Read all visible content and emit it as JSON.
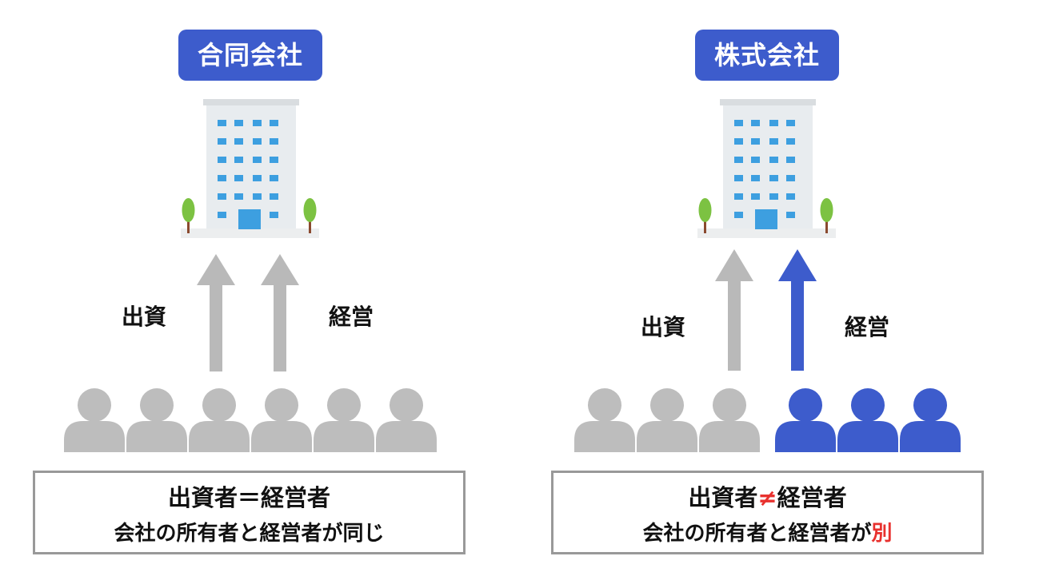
{
  "colors": {
    "accent_blue": "#3d5ccc",
    "person_gray": "#bdbdbd",
    "arrow_gray": "#b9b9b9",
    "highlight_red": "#e8312e",
    "building": "#e8ecef",
    "window_blue": "#3d9fe0",
    "tree_green": "#7cc242",
    "box_border": "#999999"
  },
  "left": {
    "title": "合同会社",
    "label_invest": "出資",
    "label_manage": "経営",
    "box_line1_a": "出資者",
    "box_line1_op": "＝",
    "box_line1_b": "経営者",
    "box_line2_a": "会社の所有者と経営者が同じ",
    "box_line2_b": "",
    "people": [
      "gray",
      "gray",
      "gray",
      "gray",
      "gray",
      "gray"
    ],
    "arrows": [
      "gray",
      "gray"
    ]
  },
  "right": {
    "title": "株式会社",
    "label_invest": "出資",
    "label_manage": "経営",
    "box_line1_a": "出資者",
    "box_line1_op": "≠",
    "box_line1_b": "経営者",
    "box_line2_a": "会社の所有者と経営者が",
    "box_line2_b": "別",
    "people": [
      "gray",
      "gray",
      "gray",
      "blue",
      "blue",
      "blue"
    ],
    "arrows": [
      "gray",
      "blue"
    ]
  }
}
